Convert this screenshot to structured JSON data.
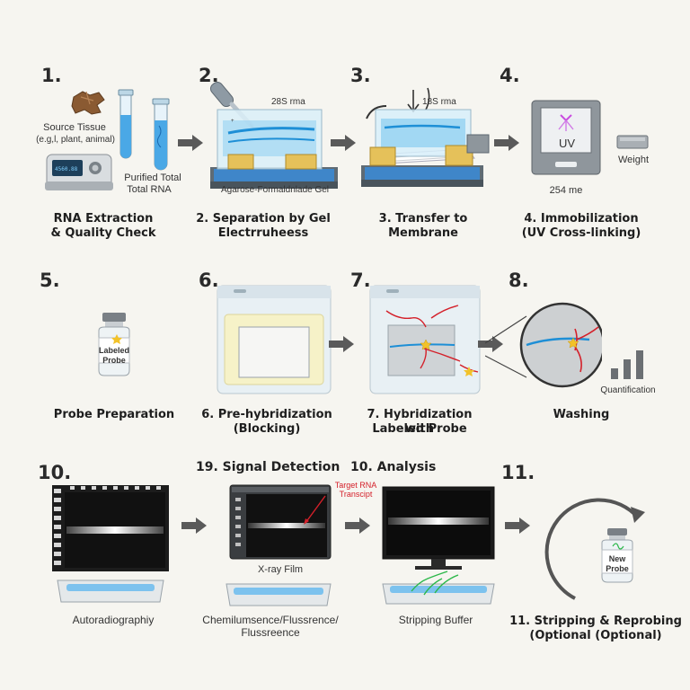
{
  "colors": {
    "background": "#f6f5f0",
    "gel_blue": "#8fd0f0",
    "band_blue": "#1e8fd6",
    "tray_blue": "#3f86c9",
    "probe_red": "#d4202a",
    "star_yellow": "#f2c22a",
    "arrow_gray": "#5a5a5a"
  },
  "row1": {
    "step1": {
      "number": "1.",
      "source_label": "Source Tissue",
      "source_sub": "(e.g,l, plant, animal)",
      "rna_label_1": "Purified Total",
      "rna_label_2": "Total RNA",
      "title_1": "RNA Extraction",
      "title_2": "& Quality Check"
    },
    "step2": {
      "number": "2.",
      "band_label": "28S rma",
      "gel_label": "Agarose-Formaldnlade Gel",
      "title_1": "2. Separation by Gel",
      "title_2": "Electrruheess"
    },
    "step3": {
      "number": "3.",
      "band_label": "18S rma",
      "title_1": "3. Transfer to Membrane"
    },
    "step4": {
      "number": "4.",
      "uv_label": "UV",
      "wavelength": "254 me",
      "weight_label": "Weight",
      "title_1": "4. Immobilization",
      "title_2": "(UV Cross-linking)"
    }
  },
  "row2": {
    "step5": {
      "number": "5.",
      "vial_label_1": "Labeled",
      "vial_label_2": "Probe",
      "title_1": "Probe Preparation"
    },
    "step6": {
      "number": "6.",
      "title_1": "6. Pre-hybridization",
      "title_2": "(Blocking)"
    },
    "step7": {
      "number": "7.",
      "title_1": "7. Hybridization with",
      "title_2": "Labeled Probe"
    },
    "step8": {
      "number": "8.",
      "quant_label": "Quantification",
      "title_1": "Washing"
    }
  },
  "row3": {
    "step10": {
      "number": "10.",
      "title_1": "Autoradiographiy"
    },
    "step19": {
      "heading": "19. Signal Detection",
      "callout_1": "Target RNA",
      "callout_2": "Transcipt",
      "film_label": "X-ray Film",
      "title_1": "Chemilumsence/Flussrence/",
      "title_2": "Flussreence"
    },
    "step10b": {
      "heading": "10. Analysis",
      "title_1": "Stripping Buffer"
    },
    "step11": {
      "heading": "11.",
      "vial_label_1": "New",
      "vial_label_2": "Probe",
      "title_1": "11. Stripping & Reprobing",
      "title_2": "(Optional (Optional)"
    }
  }
}
